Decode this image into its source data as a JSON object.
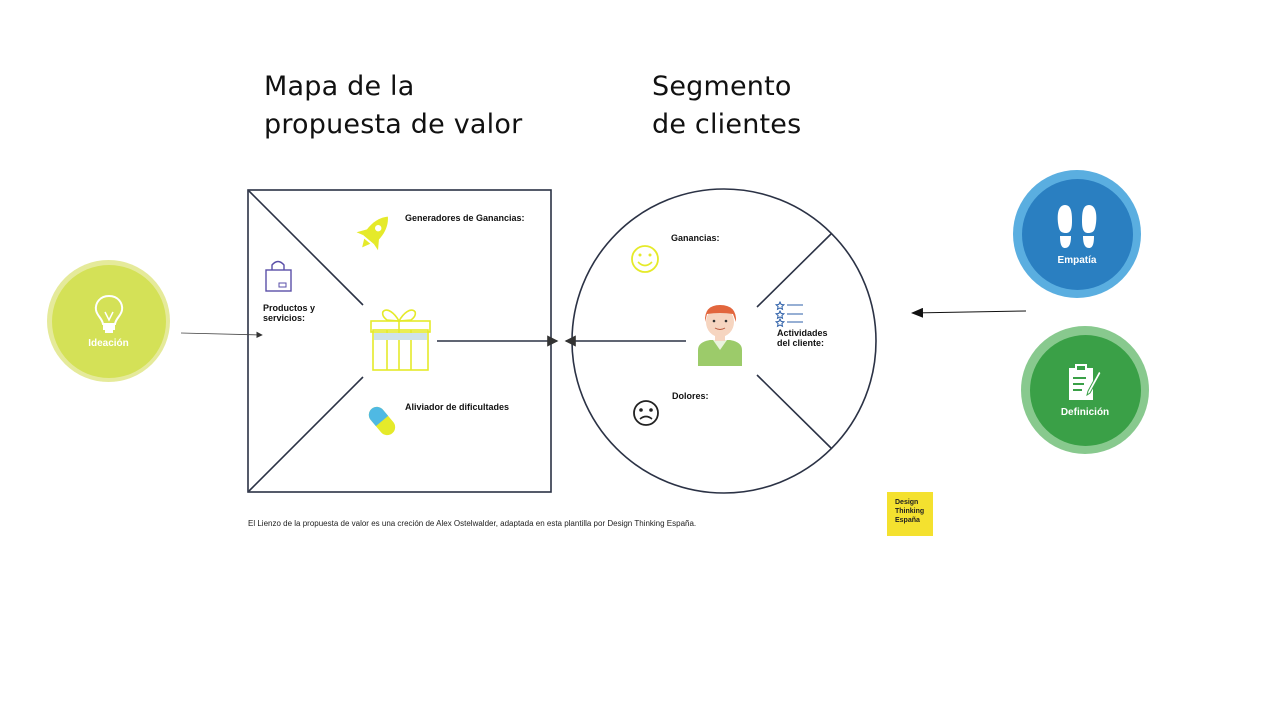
{
  "titles": {
    "value_map": [
      "Mapa de la",
      "propuesta de valor"
    ],
    "customer_segment": [
      "Segmento",
      "de clientes"
    ]
  },
  "value_map": {
    "gain_creators": "Generadores de Ganancias:",
    "products": [
      "Productos y",
      "servicios:"
    ],
    "pain_relievers": "Aliviador de dificultades"
  },
  "customer_profile": {
    "gains": "Ganancias:",
    "pains": "Dolores:",
    "jobs": [
      "Actividades",
      "del cliente:"
    ]
  },
  "phases": {
    "ideation": "Ideación",
    "empathy": "Empatía",
    "definition": "Definición"
  },
  "footer": {
    "credit": "El Lienzo de la propuesta de valor es una creción de Alex Ostelwalder, adaptada en esta plantilla por Design Thinking España.",
    "logo": [
      "Design",
      "Thinking",
      "España"
    ]
  },
  "colors": {
    "ideation": "#d4e157",
    "empathy": "#2a7fc1",
    "definition": "#3aa047",
    "icon_yellow": "#e5ea2a",
    "logo_yellow": "#f4e12f"
  }
}
